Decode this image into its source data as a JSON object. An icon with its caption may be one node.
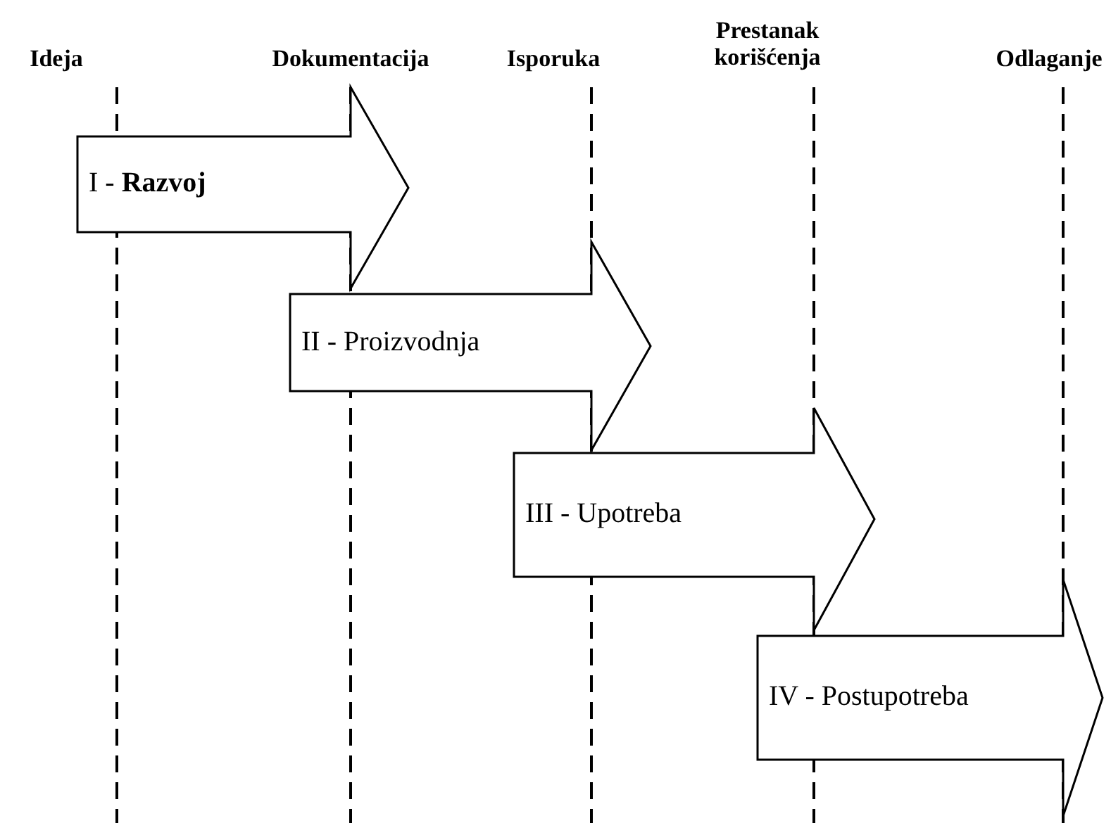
{
  "diagram": {
    "nodes": [
      {
        "text": [
          "I - **Razvoj**"
        ]
      },
      {
        "text": [
          "II - Proizvodnja"
        ]
      },
      {
        "text": [
          "III - Upotreba"
        ]
      },
      {
        "text": [
          "IV - Postupotreba"
        ]
      }
    ],
    "labels": [
      "Ideja",
      "Dokumentacija",
      "Isporuka",
      "Prestanak korišćenja",
      "Odlaganje"
    ]
  }
}
